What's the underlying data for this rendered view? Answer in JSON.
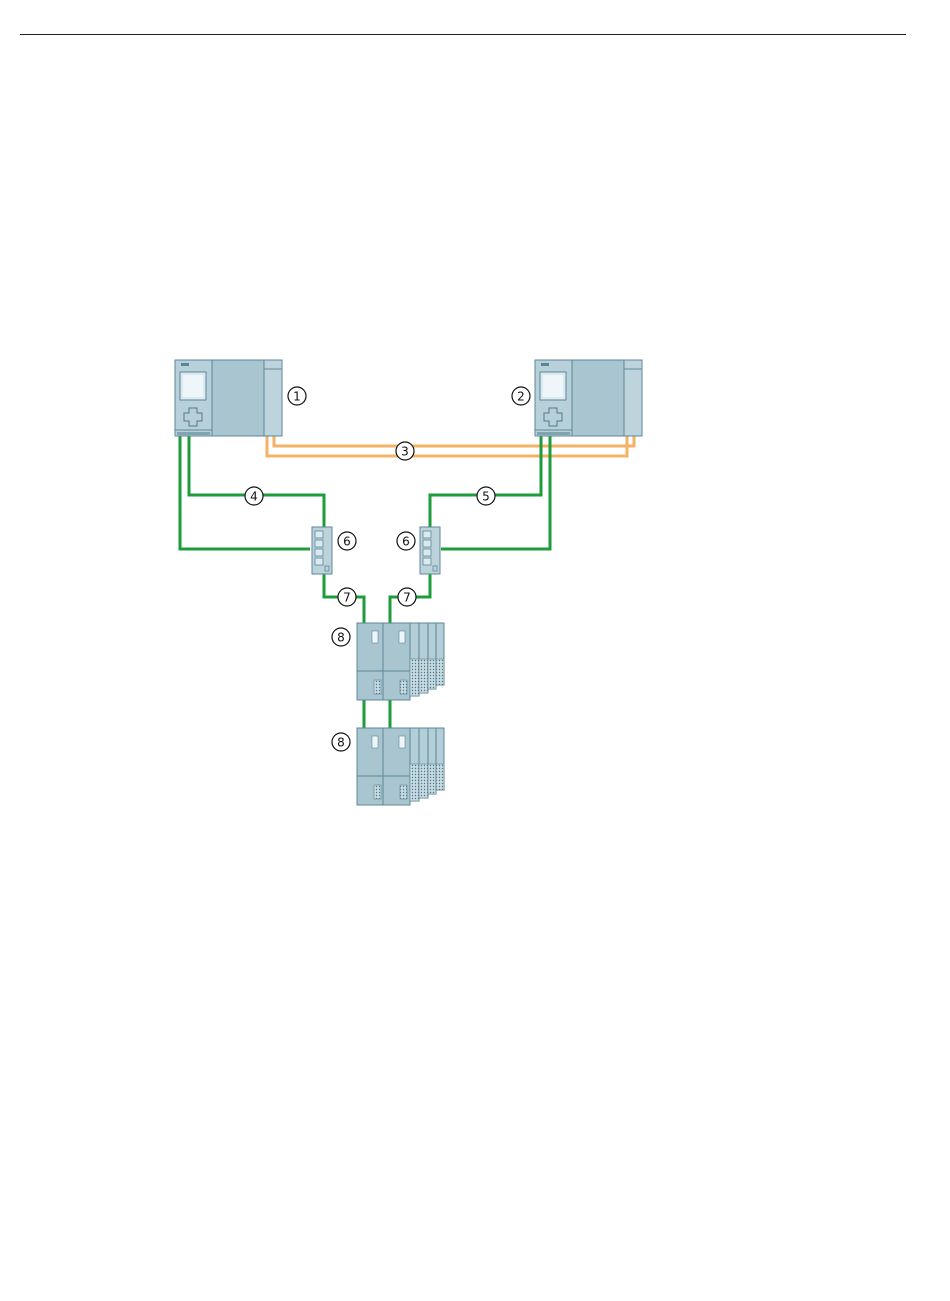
{
  "colors": {
    "network_cable": "#1e9c3c",
    "sync_cable": "#f4b266",
    "device_body": "#a9c6d0",
    "device_edge": "#5d8797",
    "callout_stroke": "#111111"
  },
  "devices": [
    {
      "id": "cpu-1",
      "icon": "cpu-module-icon",
      "callout": "1"
    },
    {
      "id": "cpu-2",
      "icon": "cpu-module-icon",
      "callout": "2"
    },
    {
      "id": "switch-left",
      "icon": "network-switch-icon",
      "callout": "6"
    },
    {
      "id": "switch-right",
      "icon": "network-switch-icon",
      "callout": "6"
    },
    {
      "id": "io-station-top",
      "icon": "io-station-icon",
      "callout": "8"
    },
    {
      "id": "io-station-bottom",
      "icon": "io-station-icon",
      "callout": "8"
    }
  ],
  "connections": [
    {
      "id": "sync-link",
      "icon": "fiber-cable-icon",
      "callout": "3"
    },
    {
      "id": "network-link-left",
      "icon": "ethernet-cable-icon",
      "callout": "4"
    },
    {
      "id": "network-link-right",
      "icon": "ethernet-cable-icon",
      "callout": "5"
    },
    {
      "id": "switch-to-station-left",
      "icon": "ethernet-cable-icon",
      "callout": "7"
    },
    {
      "id": "switch-to-station-right",
      "icon": "ethernet-cable-icon",
      "callout": "7"
    }
  ],
  "callouts": {
    "c1": "1",
    "c2": "2",
    "c3": "3",
    "c4": "4",
    "c5": "5",
    "c6a": "6",
    "c6b": "6",
    "c7a": "7",
    "c7b": "7",
    "c8a": "8",
    "c8b": "8"
  }
}
